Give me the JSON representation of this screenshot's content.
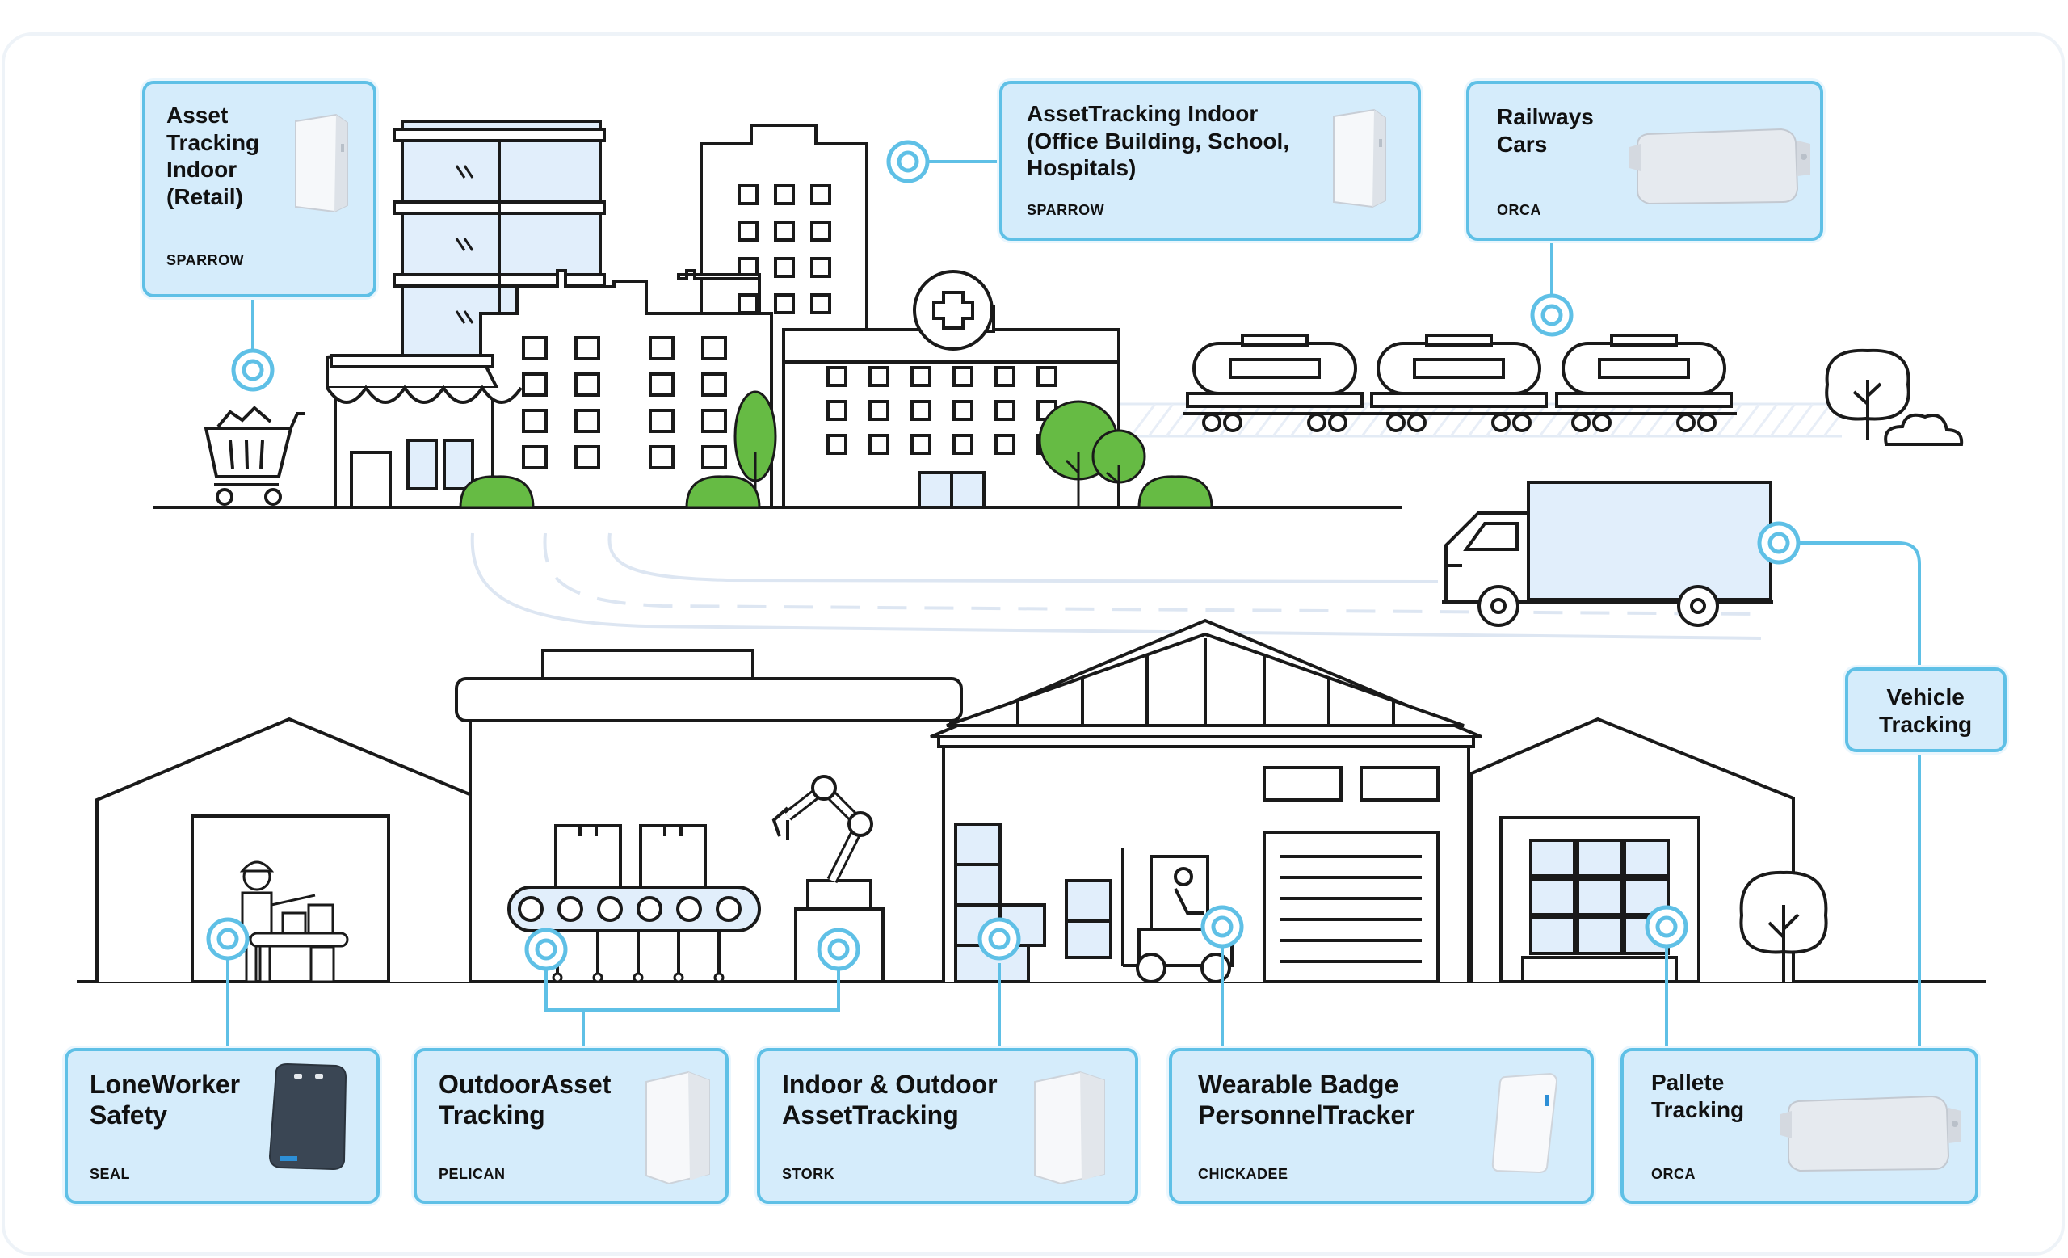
{
  "devices": {
    "retail": {
      "title": "Asset\nTracking\nIndoor\n(Retail)",
      "model": "SPARROW",
      "device_icon": "tracker-box-icon"
    },
    "office": {
      "title": "AssetTracking Indoor\n(Office Building, School,\nHospitals)",
      "model": "SPARROW",
      "device_icon": "tracker-box-icon"
    },
    "railways": {
      "title": "Railways\nCars",
      "model": "ORCA",
      "device_icon": "orca-tracker-icon"
    },
    "vehicle": {
      "title": "Vehicle\nTracking"
    },
    "loneworker": {
      "title": "LoneWorker\nSafety",
      "model": "SEAL",
      "device_icon": "seal-tracker-icon"
    },
    "outdoor": {
      "title": "OutdoorAsset\nTracking",
      "model": "PELICAN",
      "device_icon": "tracker-box-icon"
    },
    "indoor_outdoor": {
      "title": "Indoor & Outdoor\nAssetTracking",
      "model": "STORK",
      "device_icon": "tracker-box-icon"
    },
    "badge": {
      "title": "Wearable Badge\nPersonnelTracker",
      "model": "CHICKADEE",
      "device_icon": "badge-tracker-icon"
    },
    "pallete": {
      "title": "Pallete\nTracking",
      "model": "ORCA",
      "device_icon": "orca-tracker-icon"
    }
  },
  "colors": {
    "accent": "#5fc0e6",
    "card_bg": "#d5ecfb",
    "tree_green": "#66bb44",
    "line": "#1a1a1a",
    "fill_light": "#e1eefb"
  }
}
